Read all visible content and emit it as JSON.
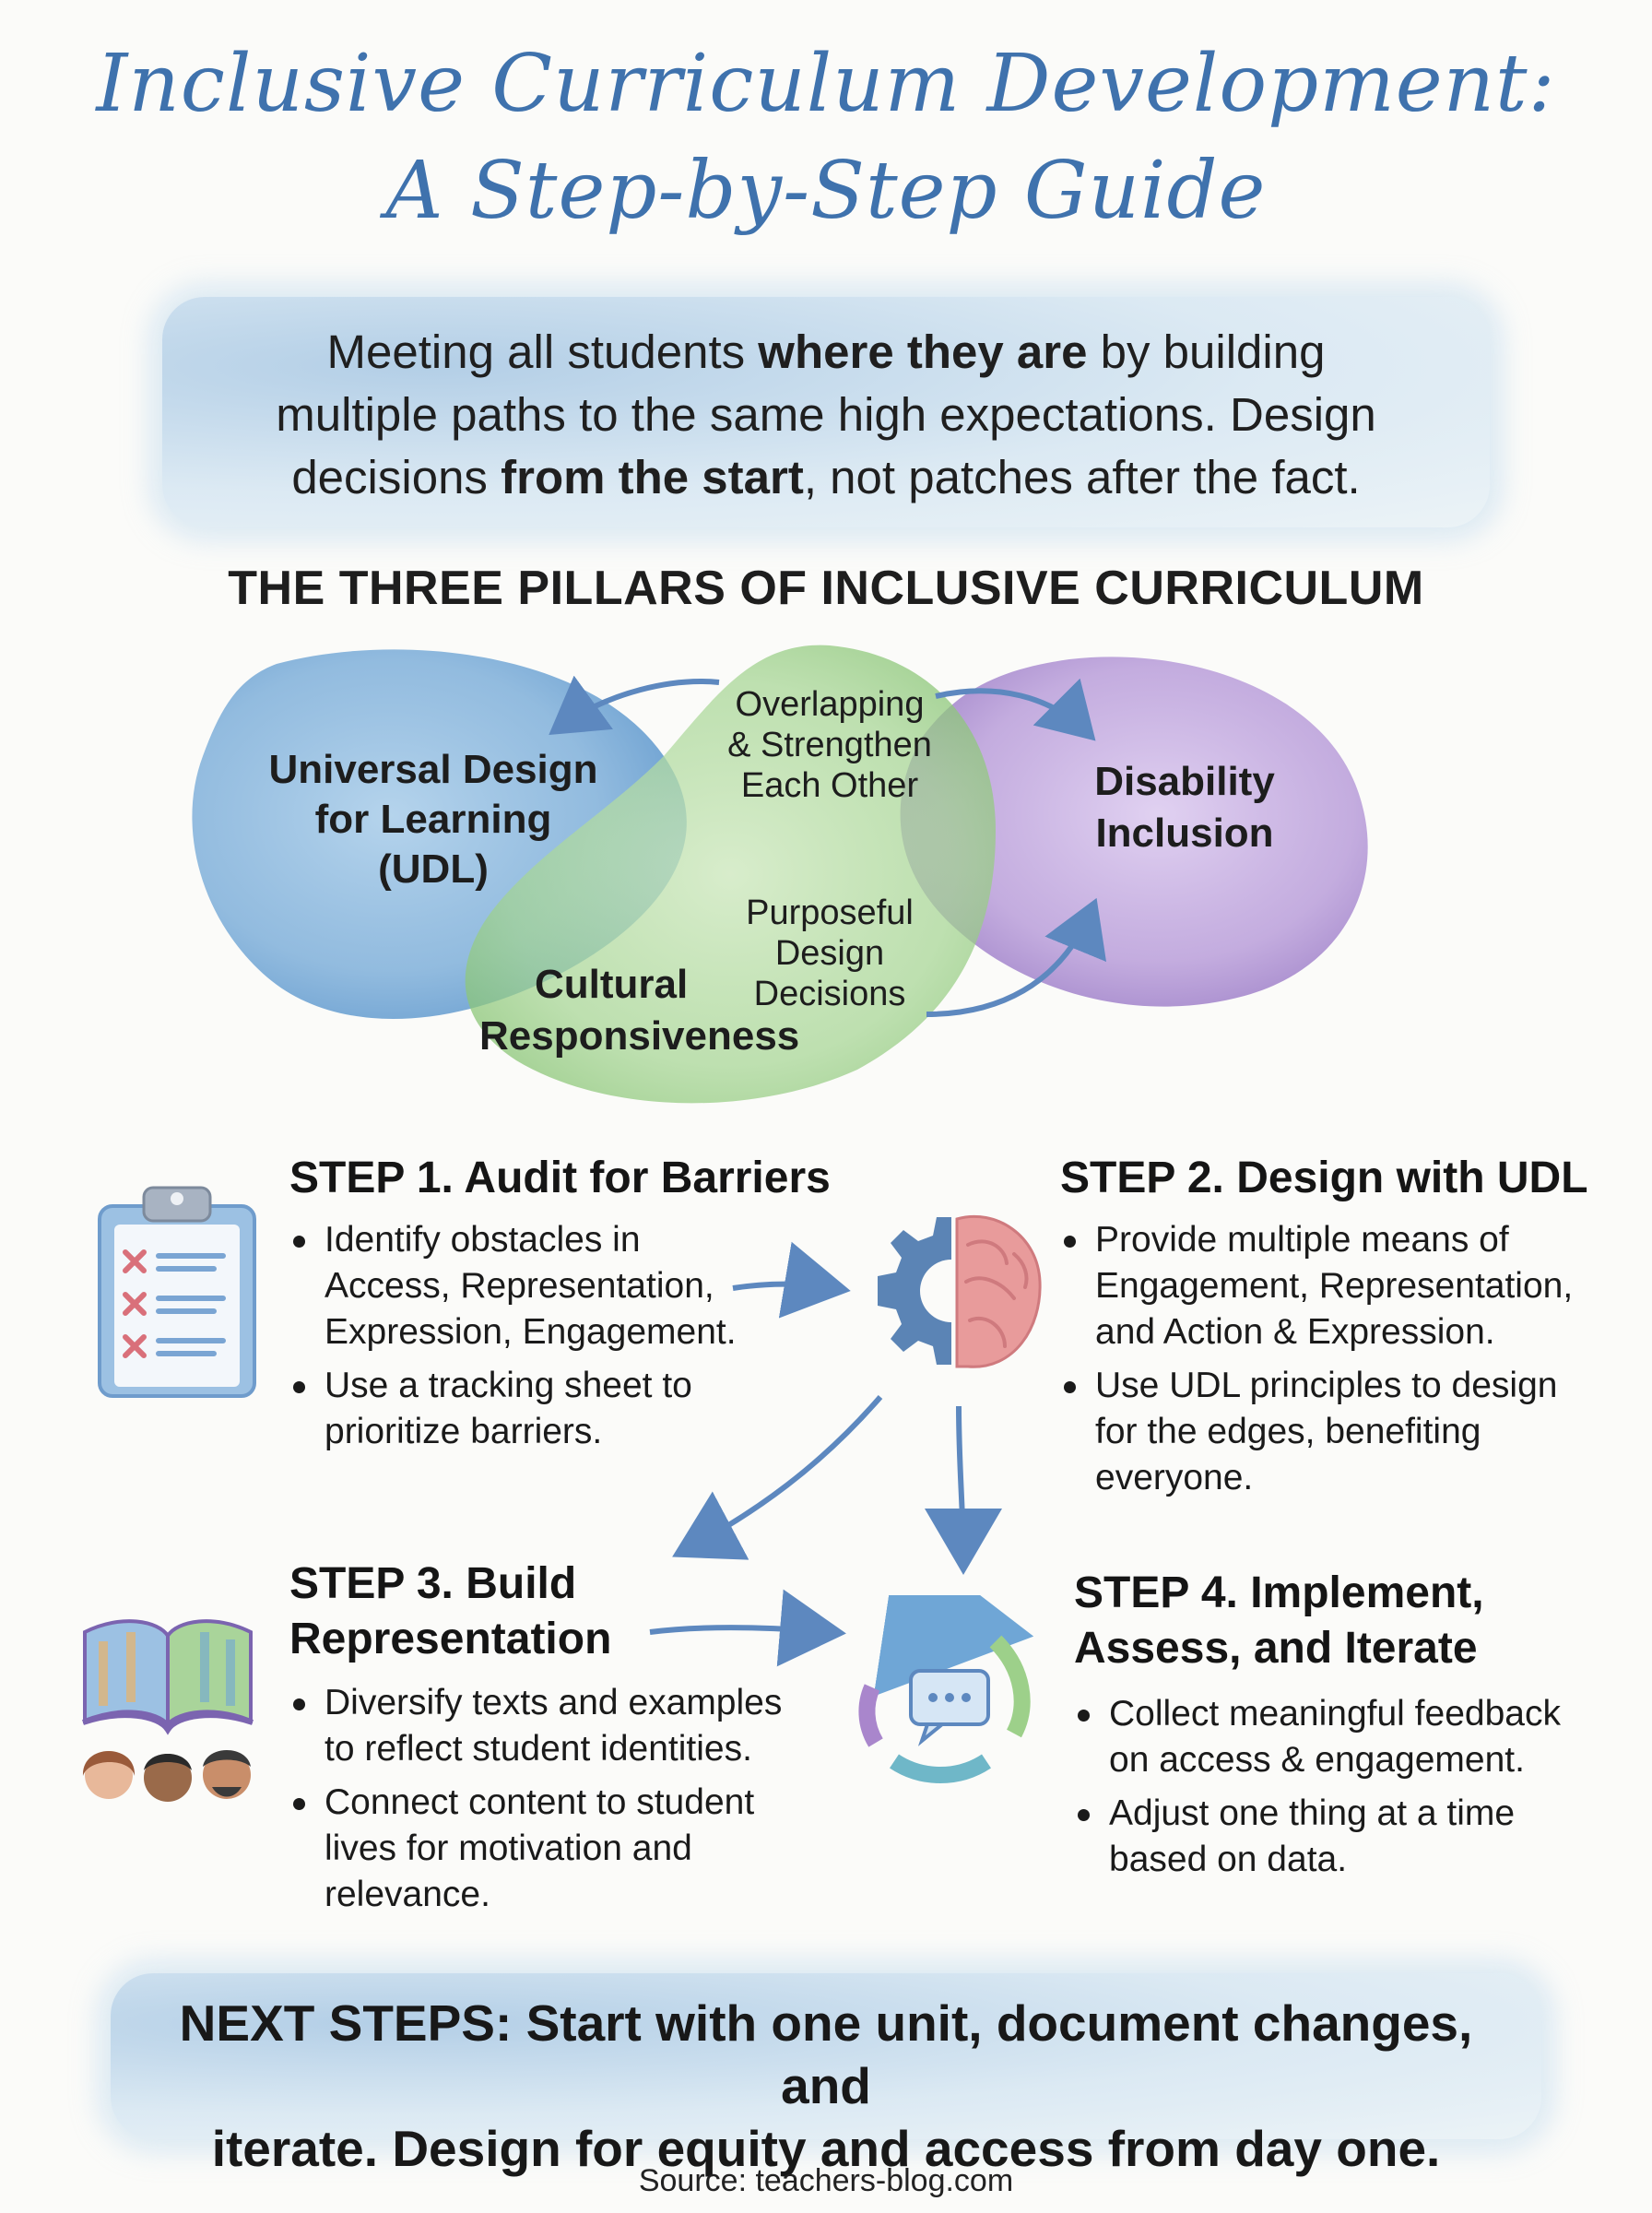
{
  "title": {
    "line1": "Inclusive Curriculum Development:",
    "line2": "A Step-by-Step Guide"
  },
  "intro": {
    "line1_a": "Meeting all students ",
    "line1_b": "where they are",
    "line1_c": " by building",
    "line2": "multiple paths to the same high expectations. Design",
    "line3_a": "decisions ",
    "line3_b": "from the start",
    "line3_c": ", not patches after the fact."
  },
  "pillars": {
    "heading": "THE THREE PILLARS OF INCLUSIVE CURRICULUM",
    "udl": [
      "Universal Design",
      "for Learning",
      "(UDL)"
    ],
    "disability": [
      "Disability",
      "Inclusion"
    ],
    "cultural": [
      "Cultural",
      "Responsiveness"
    ],
    "overlap_note": [
      "Overlapping",
      "& Strengthen",
      "Each Other"
    ],
    "purpose_note": [
      "Purposeful",
      "Design",
      "Decisions"
    ]
  },
  "steps": [
    {
      "title": "STEP 1. Audit for Barriers",
      "bullets": [
        [
          "Identify obstacles in",
          "Access, Representation,",
          "Expression, Engagement."
        ],
        [
          "Use a tracking sheet to",
          "prioritize barriers."
        ]
      ]
    },
    {
      "title": "STEP 2. Design with UDL",
      "bullets": [
        [
          "Provide multiple means of",
          "Engagement, Representation,",
          "and Action & Expression."
        ],
        [
          "Use UDL principles to design",
          "for the edges, benefiting",
          "everyone."
        ]
      ]
    },
    {
      "title": [
        "STEP 3. Build",
        "Representation"
      ],
      "bullets": [
        [
          "Diversify texts and examples",
          "to reflect student identities."
        ],
        [
          "Connect content to student",
          "lives for motivation and",
          "relevance."
        ]
      ]
    },
    {
      "title": [
        "STEP 4. Implement,",
        "Assess, and Iterate"
      ],
      "bullets": [
        [
          "Collect meaningful feedback",
          "on access & engagement."
        ],
        [
          "Adjust one thing at a time",
          "based on data."
        ]
      ]
    }
  ],
  "icons": {
    "step1": "clipboard-checklist-icon",
    "step2": "gear-brain-icon",
    "step3": "open-book-people-icon",
    "step4": "cycle-chat-icon"
  },
  "next_steps": {
    "line1": "NEXT STEPS: Start with one unit, document changes, and",
    "line2": "iterate. Design for equity and access from day one."
  },
  "source": "Source: teachers-blog.com",
  "colors": {
    "title": "#3f72ad",
    "udl": "#6aa3d6",
    "disability": "#a986cc",
    "cultural": "#9dd08a",
    "arrow": "#5d88bf"
  }
}
